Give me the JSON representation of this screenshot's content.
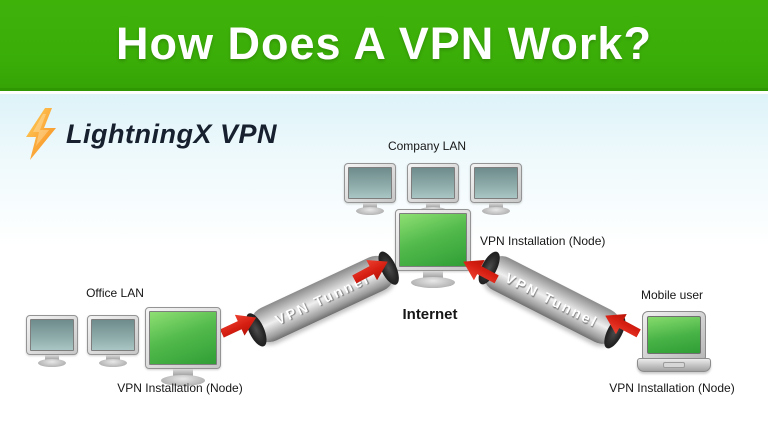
{
  "header": {
    "title": "How Does A VPN Work?"
  },
  "logo": {
    "brand": "LightningX VPN",
    "icon": "lightning-bolt-icon"
  },
  "diagram": {
    "company_lan_label": "Company LAN",
    "office_lan_label": "Office LAN",
    "mobile_user_label": "Mobile user",
    "internet_label": "Internet",
    "central_node_label": "VPN Installation (Node)",
    "office_node_label": "VPN Installation (Node)",
    "mobile_node_label": "VPN Installation (Node)",
    "tunnel_left_label": "VPN Tunnel",
    "tunnel_right_label": "VPN Tunnel",
    "colors": {
      "banner_green": "#3aad08",
      "node_screen_green": "#35a23b",
      "lan_screen_teal": "#7fa0a0",
      "tunnel_gray": "#bdbdbd",
      "arrow_red": "#d61f12",
      "bolt_orange": "#f7941d"
    }
  }
}
